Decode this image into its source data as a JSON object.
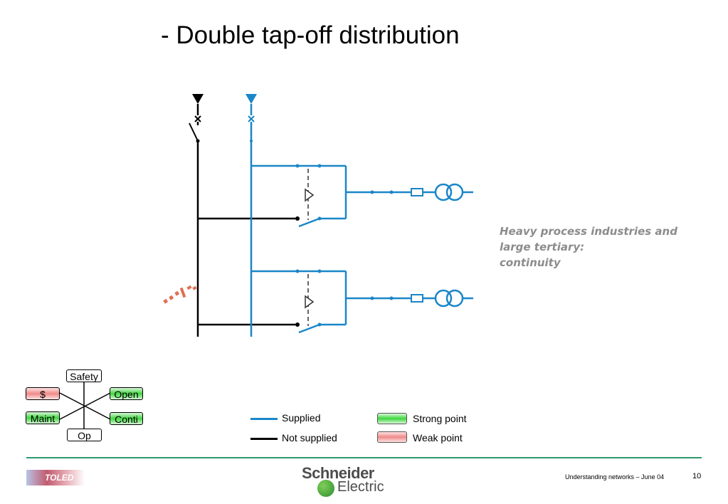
{
  "title": "- Double tap-off distribution",
  "caption": {
    "lines": [
      "Heavy process industries and",
      "large tertiary:",
      "continuity"
    ]
  },
  "criteria": {
    "safety": "Safety",
    "cost": "$",
    "open": "Open",
    "maint": "Maint",
    "conti": "Conti",
    "op": "Op"
  },
  "legend": {
    "supplied": "Supplied",
    "not_supplied": "Not supplied",
    "strong_point": "Strong point",
    "weak_point": "Weak point"
  },
  "colors": {
    "supplied": "#1a86c8",
    "not_supplied": "#000000",
    "strong": "#3fd63f",
    "weak": "#ef8a8a",
    "caption": "#8c8c8c",
    "rule": "#2e9a6c"
  },
  "footer": {
    "logo_text": "TOLED",
    "brand_top": "Schneider",
    "brand_bottom": "Electric",
    "note": "Understanding networks – June 04",
    "page": "10"
  }
}
